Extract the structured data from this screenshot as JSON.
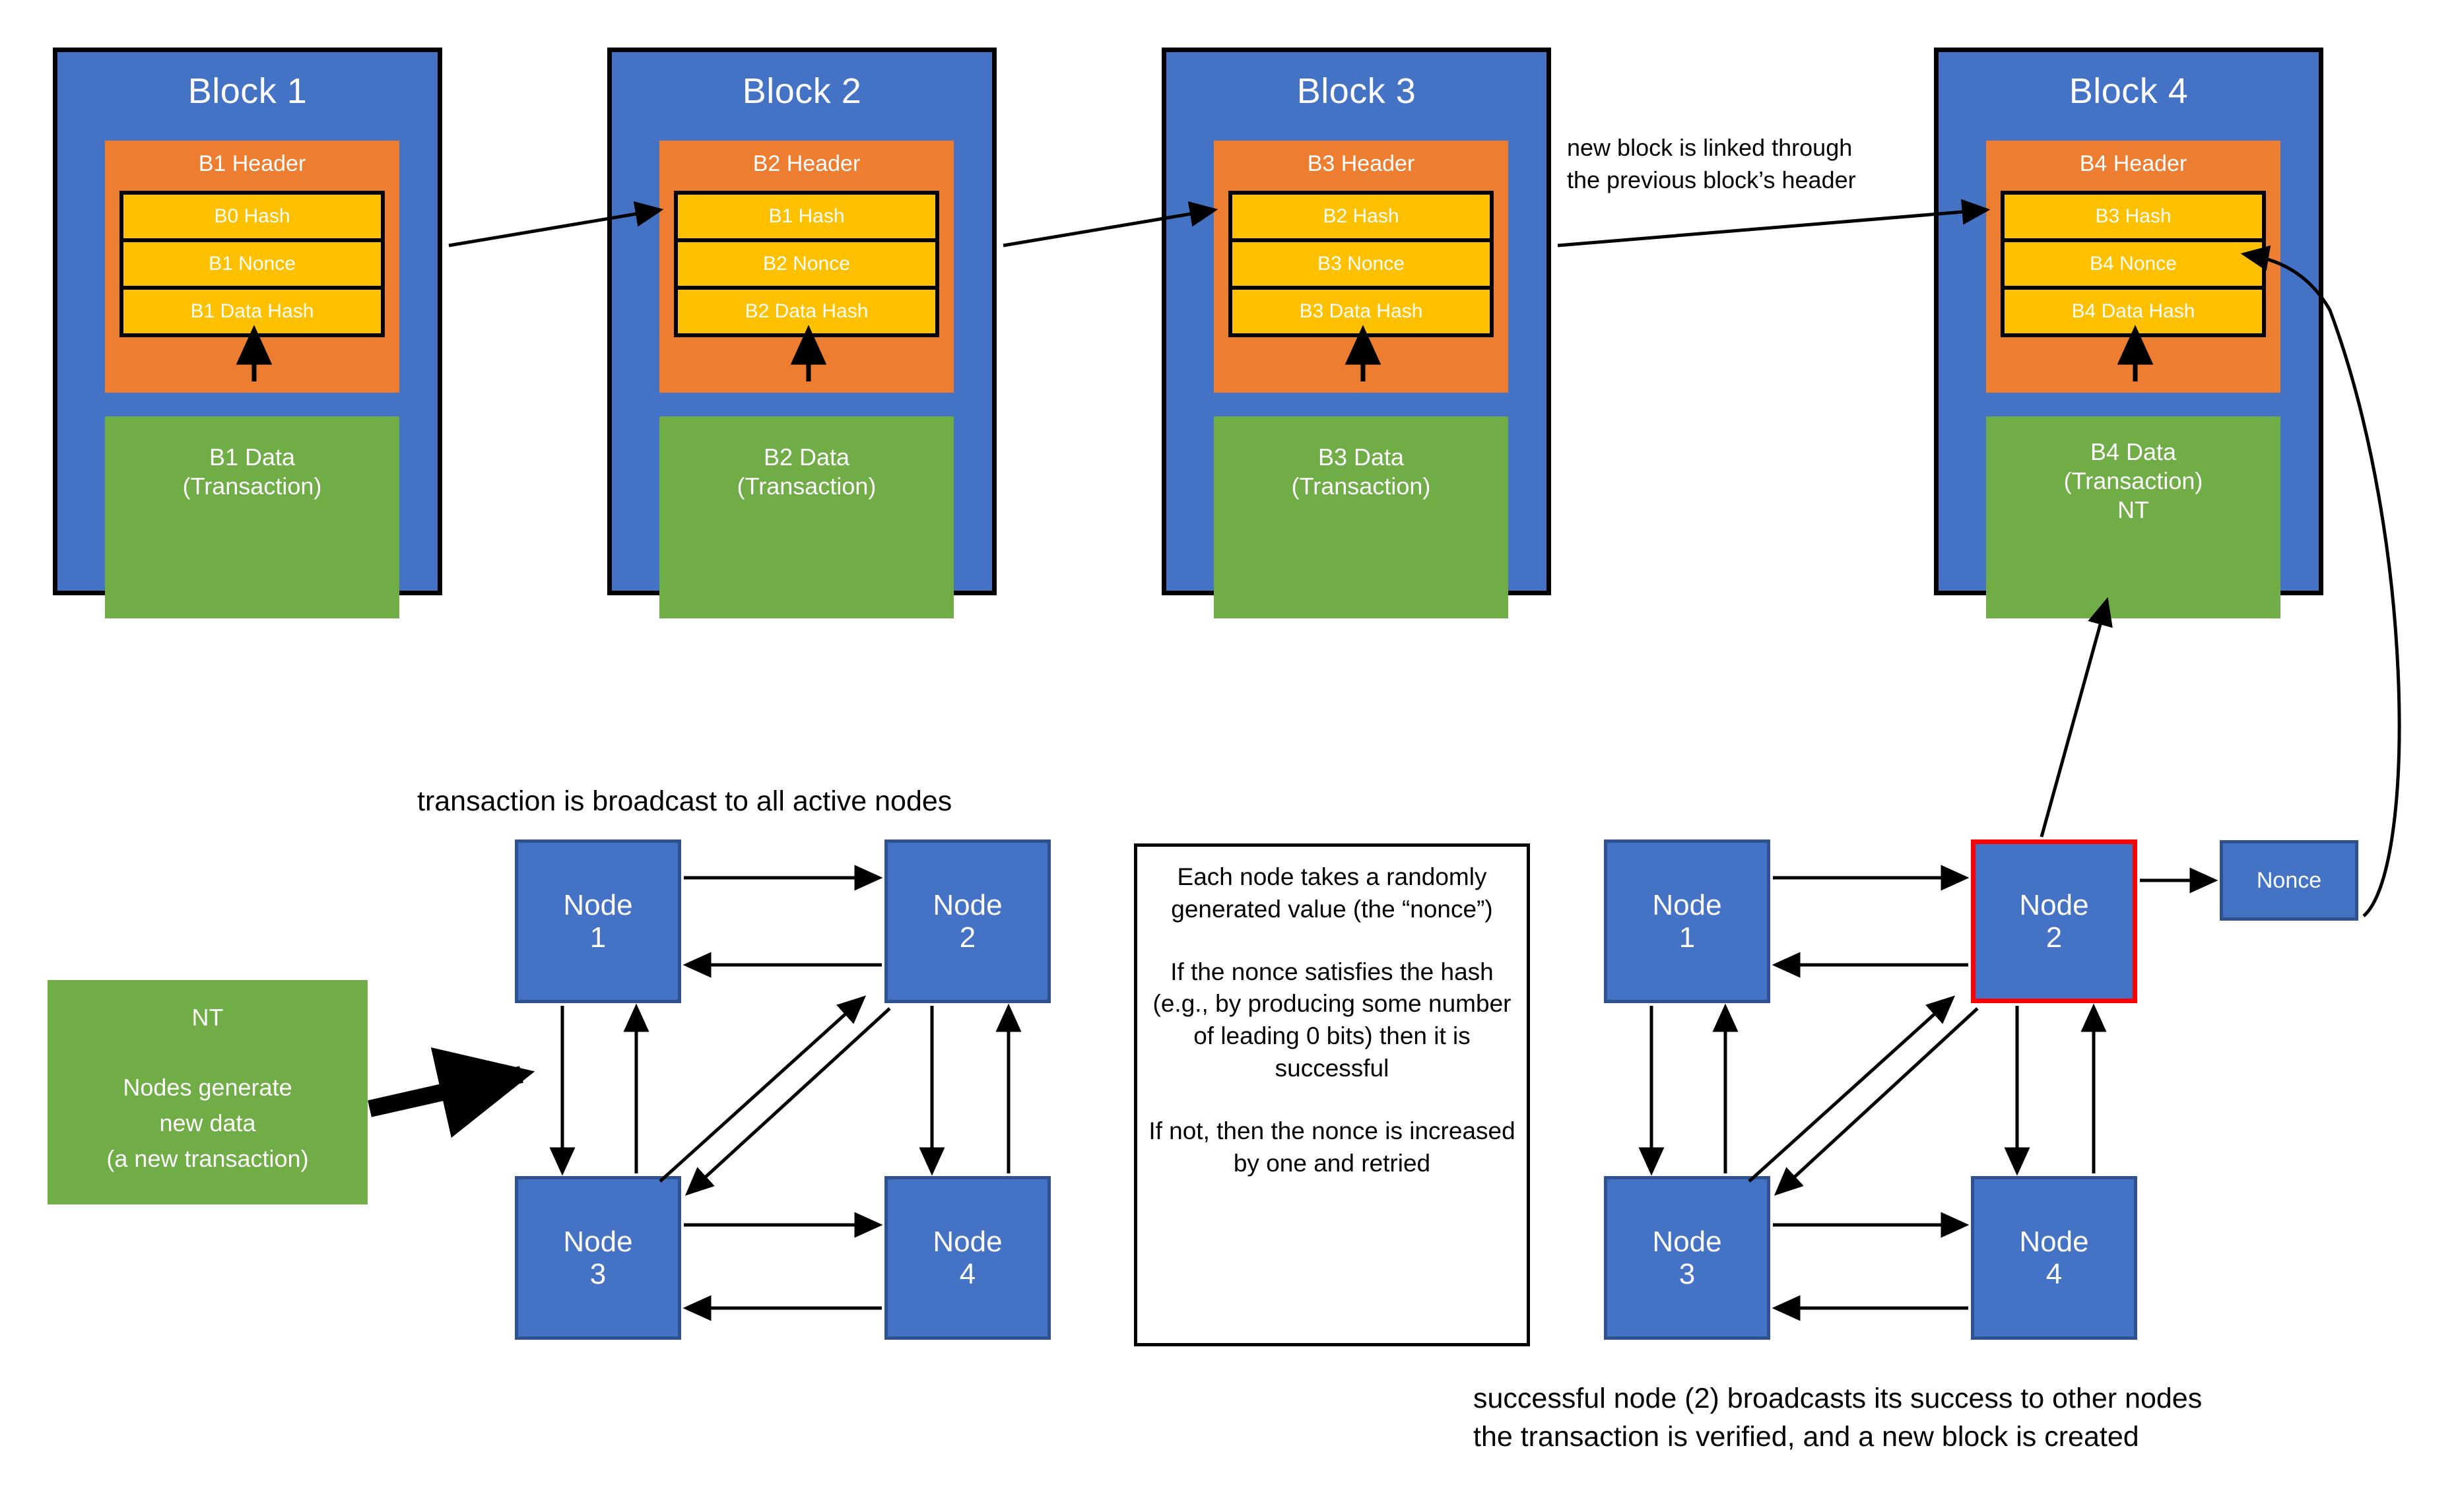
{
  "colors": {
    "block_blue": "#4472C4",
    "header_orange": "#ED7D31",
    "field_yellow": "#FFC000",
    "data_green": "#70AD47",
    "highlight_red": "#FF0000",
    "outline_black": "#000000",
    "text_white": "#FFFFFF"
  },
  "chain": {
    "blocks": [
      {
        "title": "Block 1",
        "header_title": "B1 Header",
        "fields": [
          "B0 Hash",
          "B1 Nonce",
          "B1 Data Hash"
        ],
        "data_lines": [
          "B1 Data",
          "(Transaction)"
        ]
      },
      {
        "title": "Block 2",
        "header_title": "B2 Header",
        "fields": [
          "B1 Hash",
          "B2 Nonce",
          "B2 Data Hash"
        ],
        "data_lines": [
          "B2 Data",
          "(Transaction)"
        ]
      },
      {
        "title": "Block 3",
        "header_title": "B3 Header",
        "fields": [
          "B2 Hash",
          "B3 Nonce",
          "B3 Data Hash"
        ],
        "data_lines": [
          "B3 Data",
          "(Transaction)"
        ]
      },
      {
        "title": "Block 4",
        "header_title": "B4 Header",
        "fields": [
          "B3 Hash",
          "B4 Nonce",
          "B4 Data Hash"
        ],
        "data_lines": [
          "B4 Data",
          "(Transaction)",
          "NT"
        ]
      }
    ],
    "link_annotation": {
      "line1": "new block is linked through",
      "line2": "the previous block’s header"
    }
  },
  "source": {
    "title": "NT",
    "line1": "Nodes generate",
    "line2": "new data",
    "line3": "(a new transaction)"
  },
  "broadcast_caption": "transaction is broadcast to all active nodes",
  "left_network": {
    "nodes": [
      {
        "word": "Node",
        "number": "1"
      },
      {
        "word": "Node",
        "number": "2"
      },
      {
        "word": "Node",
        "number": "3"
      },
      {
        "word": "Node",
        "number": "4"
      }
    ]
  },
  "right_network": {
    "nodes": [
      {
        "word": "Node",
        "number": "1"
      },
      {
        "word": "Node",
        "number": "2"
      },
      {
        "word": "Node",
        "number": "3"
      },
      {
        "word": "Node",
        "number": "4"
      }
    ],
    "highlighted_node": "Node 2",
    "nonce_label": "Nonce"
  },
  "explanation": {
    "para1": "Each node takes a randomly generated value (the “nonce”)",
    "para2": "If the nonce satisfies the hash (e.g., by producing some number of leading 0 bits) then it is successful",
    "para3": "If not, then the nonce is increased by one and retried"
  },
  "bottom_caption": {
    "line1": "successful node (2) broadcasts its success to other nodes",
    "line2": "the transaction is verified, and a new block is created"
  }
}
